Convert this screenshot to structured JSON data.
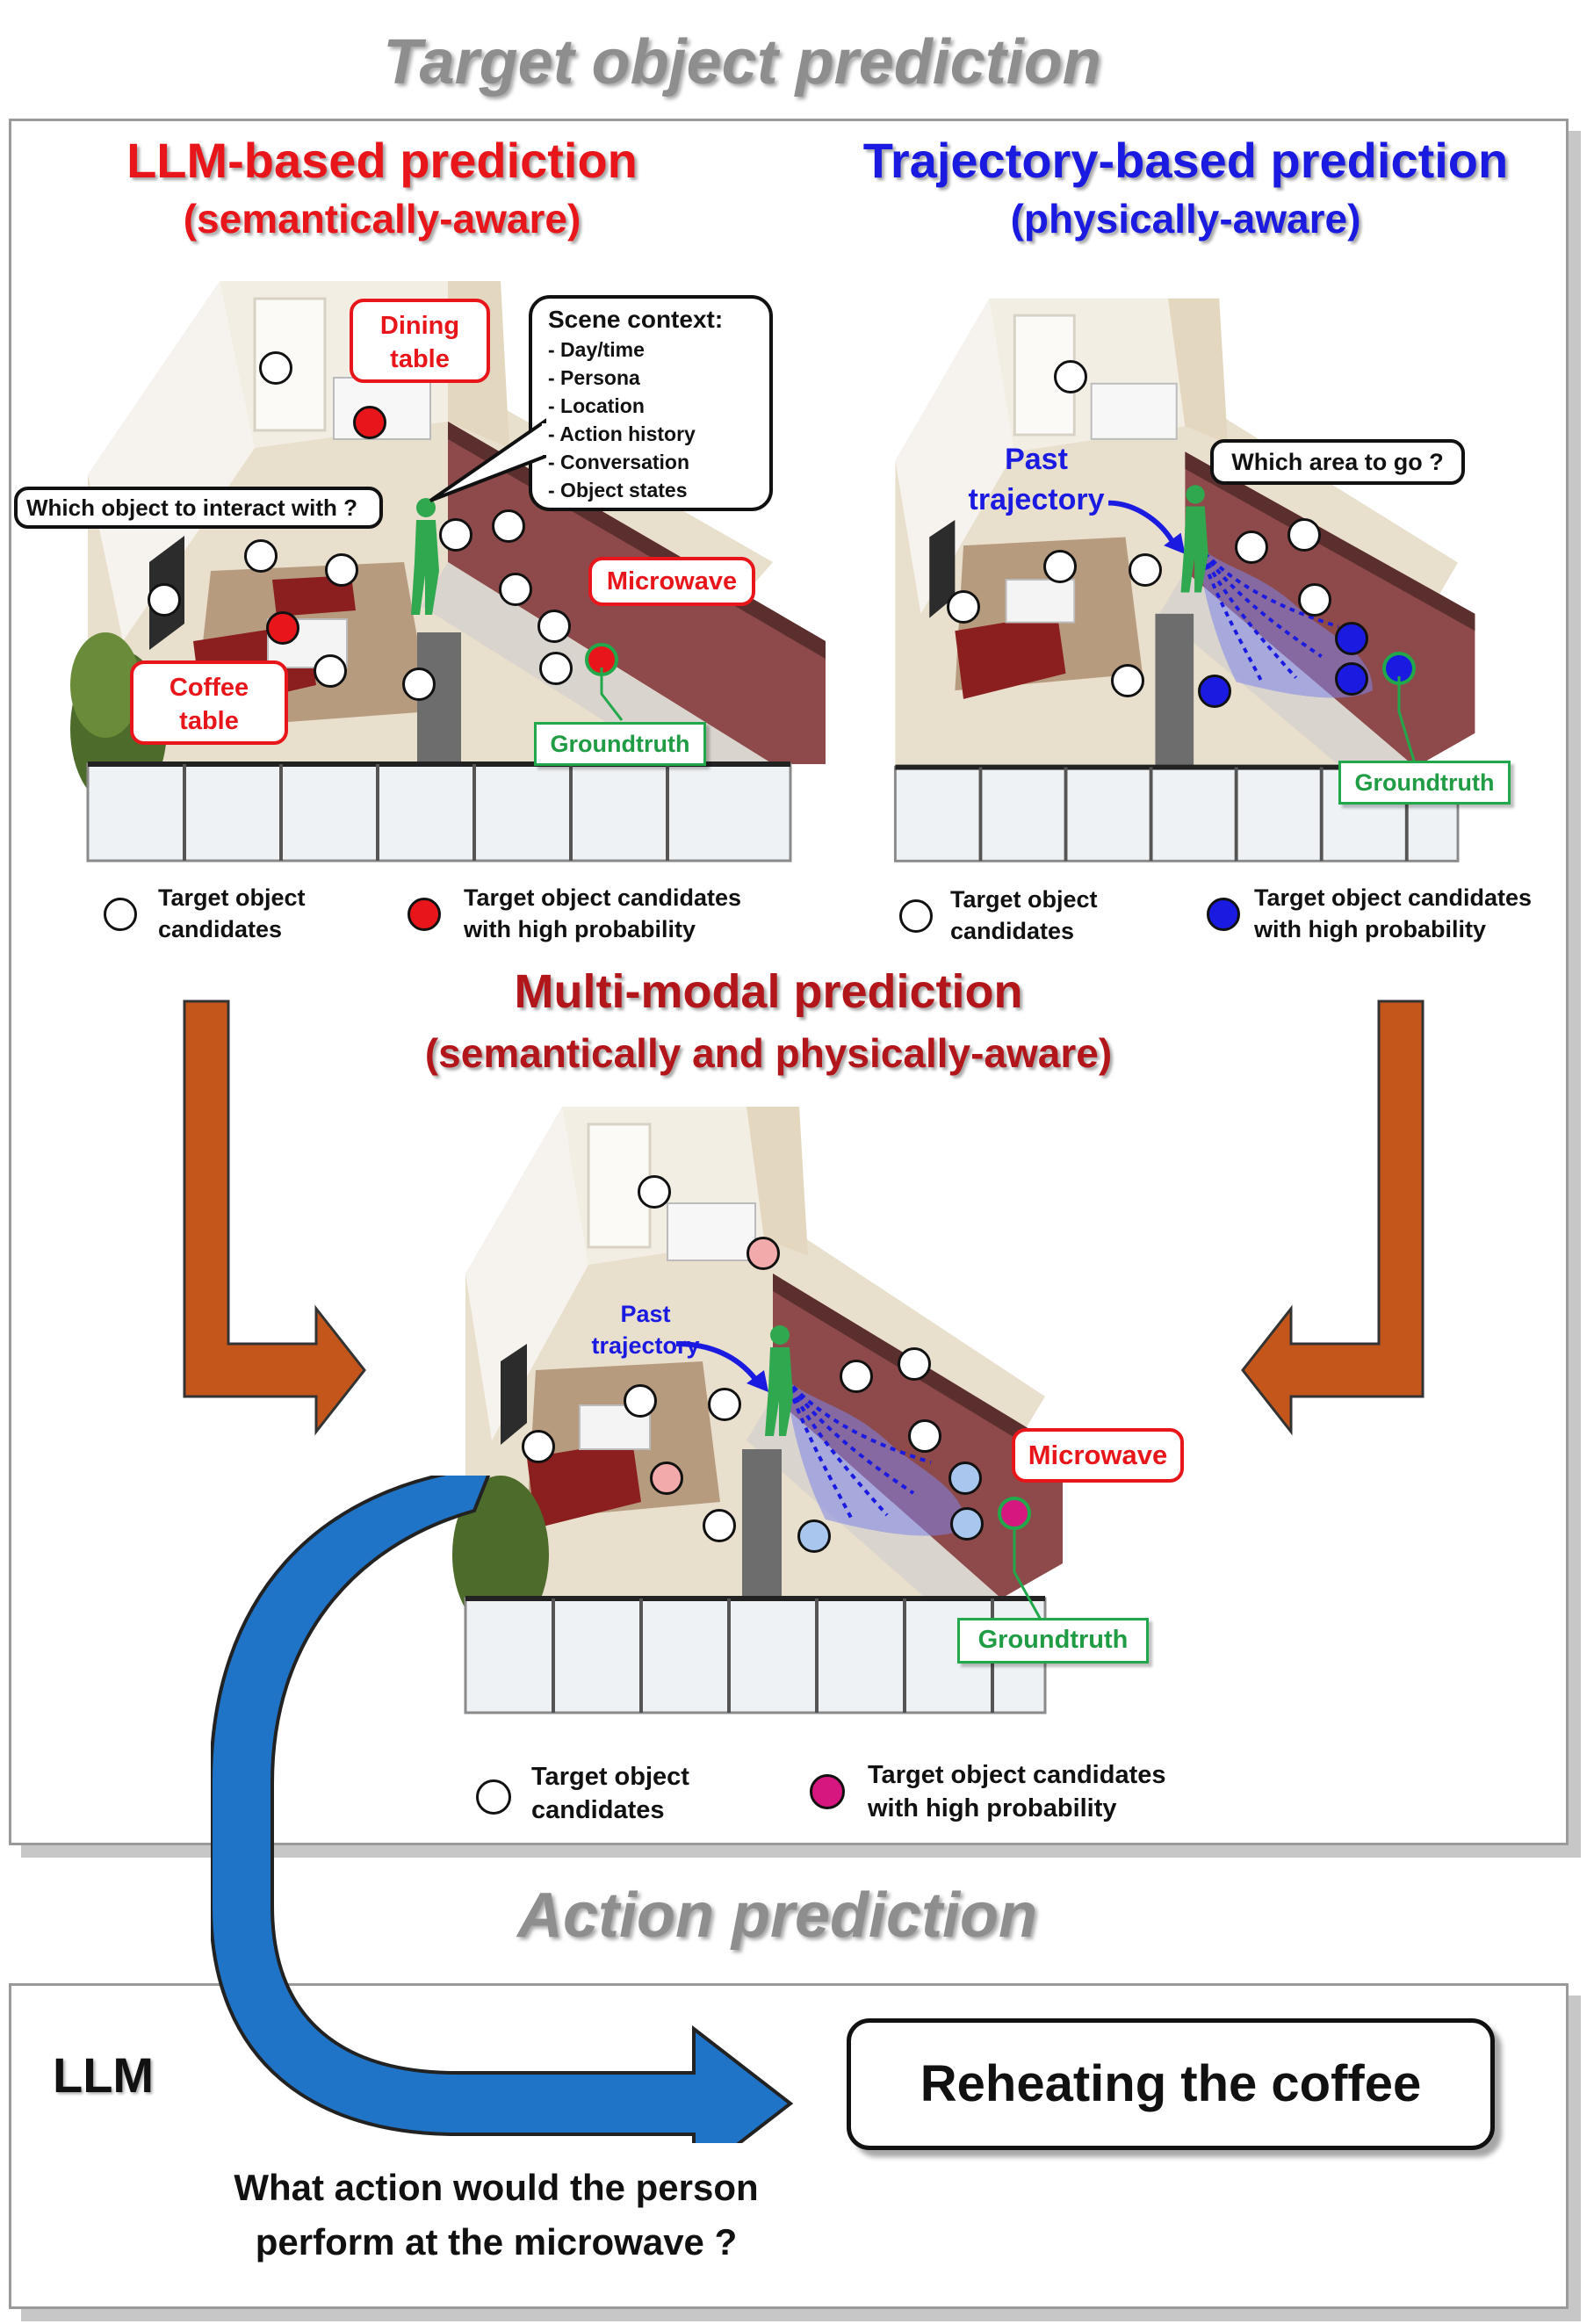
{
  "titles": {
    "target": "Target object prediction",
    "action": "Action prediction"
  },
  "llm_panel": {
    "heading": "LLM-based prediction",
    "subheading": "(semantically-aware)",
    "dining_table": "Dining table",
    "coffee_table": "Coffee table",
    "microwave": "Microwave",
    "groundtruth": "Groundtruth",
    "question": "Which object to interact with ?",
    "context_title": "Scene context:",
    "context_items": [
      "- Day/time",
      "- Persona",
      "- Location",
      "- Action history",
      "- Conversation",
      "- Object states"
    ],
    "legend_white": "Target object candidates",
    "legend_colored": "Target object candidates with high probability"
  },
  "traj_panel": {
    "heading": "Trajectory-based prediction",
    "subheading": "(physically-aware)",
    "past_trajectory": "Past trajectory",
    "question": "Which area to go ?",
    "groundtruth": "Groundtruth",
    "legend_white": "Target object candidates",
    "legend_colored": "Target object candidates with high probability"
  },
  "multi_panel": {
    "heading": "Multi-modal prediction",
    "subheading": "(semantically and physically-aware)",
    "past_trajectory": "Past trajectory",
    "microwave": "Microwave",
    "groundtruth": "Groundtruth",
    "legend_white": "Target object candidates",
    "legend_colored": "Target object candidates with high probability"
  },
  "action": {
    "model": "LLM",
    "question": "What action would the person perform at the microwave ?",
    "answer": "Reheating the coffee"
  },
  "colors": {
    "red": "#e8161a",
    "blue": "#1a1ae0",
    "green": "#21a84a",
    "orange_arrow": "#c4561c",
    "blue_arrow": "#1f74c8",
    "magenta": "#d6177f",
    "pink": "#f2aaaa",
    "light_blue": "#a8c6ee"
  }
}
